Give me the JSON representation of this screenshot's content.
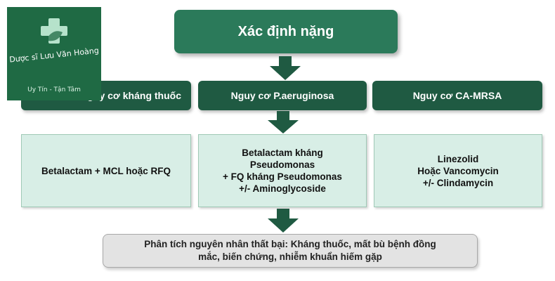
{
  "diagram": {
    "top_title": "Xác định nặng",
    "categories": [
      {
        "label": "Nguy cơ kháng thuốc"
      },
      {
        "label": "Nguy cơ P.aeruginosa"
      },
      {
        "label": "Nguy cơ CA-MRSA"
      }
    ],
    "treatments": [
      {
        "lines": [
          "Betalactam  + MCL hoặc  RFQ"
        ]
      },
      {
        "lines": [
          "Betalactam  kháng",
          "Pseudomonas",
          "+ FQ kháng  Pseudomonas",
          "+/- Aminoglycoside"
        ]
      },
      {
        "lines": [
          "Linezolid",
          "Hoặc  Vancomycin",
          "+/- Clindamycin"
        ]
      }
    ],
    "bottom": {
      "lines": [
        "Phân tích nguyên nhân thất bại: Kháng thuốc, mất bù bệnh đồng",
        "mắc, biến chứng, nhiễm khuẩn hiếm gặp"
      ]
    }
  },
  "watermark": {
    "brand": "Dược sĩ Lưu Văn Hoàng",
    "slogan": "Uy Tín - Tận Tâm"
  },
  "colors": {
    "dark_green": "#1f5a42",
    "top_green": "#2b7a5a",
    "light_green": "#d8eee6",
    "bottom_gray": "#e3e3e3",
    "logo_green": "#1f6a44"
  }
}
